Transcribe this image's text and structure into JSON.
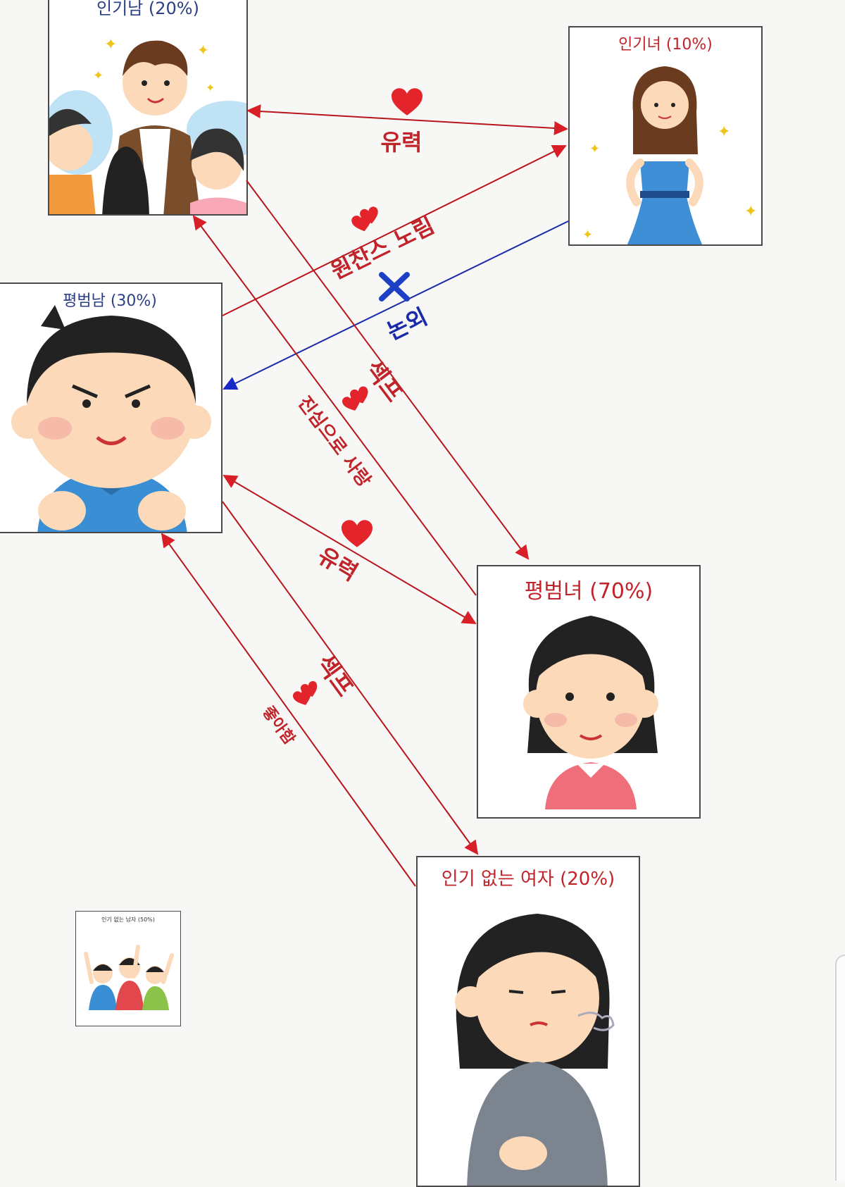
{
  "colors": {
    "red_line": "#b9141a",
    "blue_line": "#1a2aa8",
    "heart": "#e3242b",
    "cross": "#1c3fc4",
    "title_blue": "#2b3f86",
    "title_red": "#c0242a"
  },
  "nodes": {
    "popular_man": {
      "title": "인기남 (20%)"
    },
    "popular_woman": {
      "title": "인기녀 (10%)"
    },
    "average_man": {
      "title": "평범남 (30%)"
    },
    "average_woman": {
      "title": "평범녀 (70%)"
    },
    "unpopular_woman": {
      "title": "인기 없는 여자 (20%)"
    },
    "unpopular_man": {
      "title": "인기 없는 남자 (50%)"
    }
  },
  "edges": {
    "popular_pair_label": "유력",
    "one_chance_label": "원찬스 노림",
    "out_of_question_label": "논외",
    "sincere_love_label": "진심으로 사랑",
    "fling_1_label": "섹프",
    "average_pair_label": "유력",
    "fling_2_label": "섹프",
    "likes_label": "좋아함"
  },
  "icons": {
    "heart": "heart-icon",
    "double_heart": "double-heart-icon",
    "cross": "cross-icon"
  }
}
